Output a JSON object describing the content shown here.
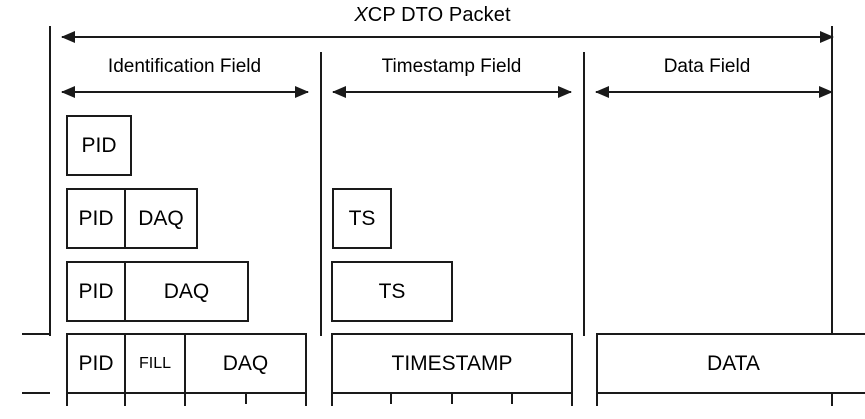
{
  "diagram": {
    "title_prefix": "X",
    "title_rest": "CP DTO Packet",
    "title_full": "XCP DTO Packet"
  },
  "fields": [
    {
      "name": "identification-field",
      "label": "Identification Field"
    },
    {
      "name": "timestamp-field",
      "label": "Timestamp Field"
    },
    {
      "name": "data-field",
      "label": "Data Field"
    }
  ],
  "rows": [
    {
      "name": "row-1",
      "identification_cells": [
        {
          "label": "PID"
        }
      ],
      "timestamp_cells": [],
      "data_cells": []
    },
    {
      "name": "row-2",
      "identification_cells": [
        {
          "label": "PID"
        },
        {
          "label": "DAQ"
        }
      ],
      "timestamp_cells": [
        {
          "label": "TS"
        }
      ],
      "data_cells": []
    },
    {
      "name": "row-3",
      "identification_cells": [
        {
          "label": "PID"
        },
        {
          "label": "DAQ"
        }
      ],
      "timestamp_cells": [
        {
          "label": "TS"
        }
      ],
      "data_cells": []
    },
    {
      "name": "row-4",
      "identification_cells": [
        {
          "label": "PID"
        },
        {
          "label": "FILL"
        },
        {
          "label": "DAQ"
        }
      ],
      "timestamp_cells": [
        {
          "label": "TIMESTAMP"
        }
      ],
      "data_cells": [
        {
          "label": "DATA"
        }
      ]
    }
  ],
  "colors": {
    "line": "#1a1a1a",
    "text": "#000000",
    "background": "#ffffff"
  }
}
